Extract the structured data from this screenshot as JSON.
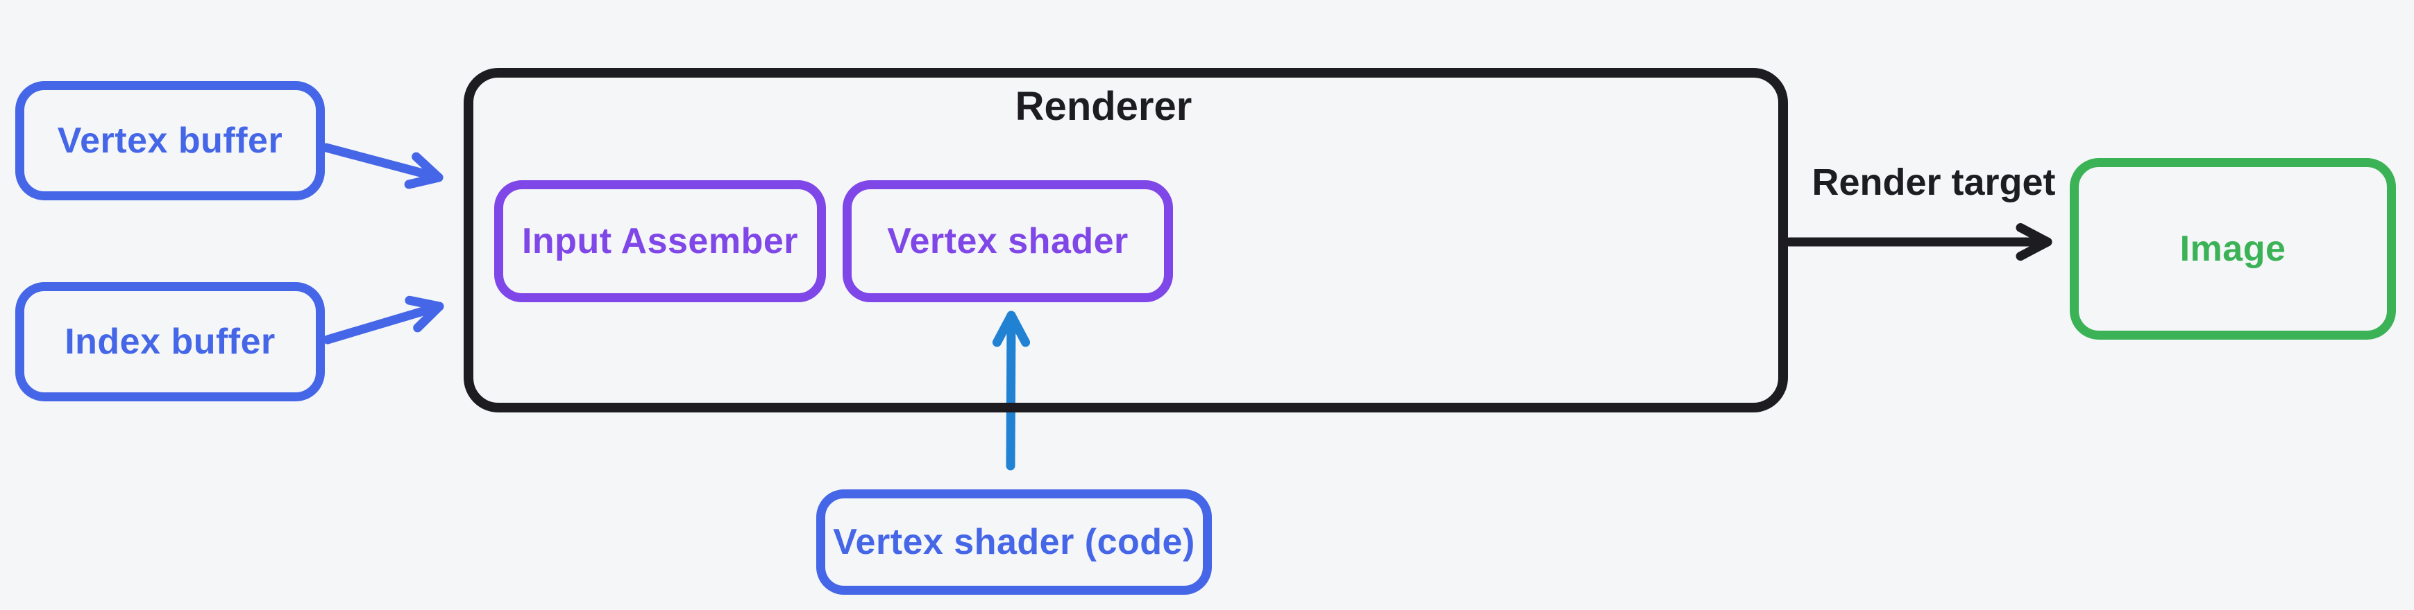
{
  "diagram": {
    "background_color": "#f5f6f8",
    "nodes": {
      "vertex_buffer": {
        "label": "Vertex buffer",
        "color": "#4567e7"
      },
      "index_buffer": {
        "label": "Index buffer",
        "color": "#4567e7"
      },
      "renderer": {
        "label": "Renderer",
        "color": "#1d1d21"
      },
      "input_assember": {
        "label": "Input Assember",
        "color": "#7f47e7"
      },
      "vertex_shader": {
        "label": "Vertex shader",
        "color": "#7f47e7"
      },
      "vertex_shader_code": {
        "label": "Vertex shader (code)",
        "color": "#4567e7"
      },
      "image": {
        "label": "Image",
        "color": "#3cb257"
      }
    },
    "edges": {
      "vertex_buffer_to_renderer": {
        "color": "#4567e7"
      },
      "index_buffer_to_renderer": {
        "color": "#4567e7"
      },
      "code_to_vertex_shader": {
        "color": "#2182d4"
      },
      "renderer_to_image": {
        "label": "Render target",
        "color": "#1d1d21"
      }
    }
  }
}
